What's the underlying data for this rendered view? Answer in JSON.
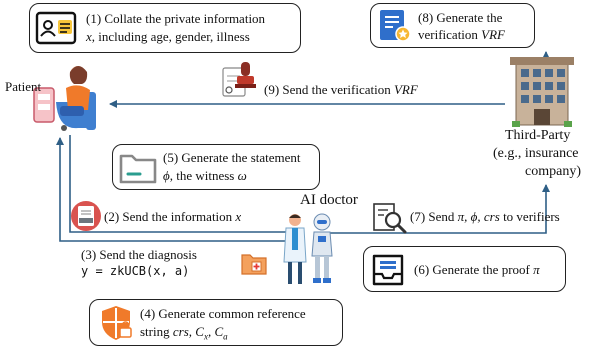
{
  "step1": {
    "line1": "(1) Collate the private information",
    "var": "x",
    "line2": ", including age, gender, illness"
  },
  "step2": {
    "text": "(2) Send the information",
    "var": "x"
  },
  "step3": {
    "line1": "(3) Send the diagnosis",
    "line2": "y = zkUCB(x, a)"
  },
  "step4": {
    "line1": "(4) Generate common reference",
    "line2a": "string",
    "line2b": "crs, C",
    "sub1": "x",
    "sep": ", C",
    "sub2": "a"
  },
  "step5": {
    "line1": "(5) Generate the statement",
    "line2a": "ϕ",
    "line2b": ", the witness",
    "line2c": "ω"
  },
  "step6": {
    "text": "(6) Generate the proof",
    "var": "π"
  },
  "step7": {
    "text": "(7) Send",
    "vars": "π, ϕ, crs",
    "suffix": "to verifiers"
  },
  "step8": {
    "line1": "(8) Generate the",
    "line2": "verification",
    "var": "VRF"
  },
  "step9": {
    "text": "(9) Send the verification",
    "var": "VRF"
  },
  "actors": {
    "patient": "Patient",
    "ai_doctor": "AI doctor",
    "third_party_1": "Third-Party",
    "third_party_2": "(e.g., insurance",
    "third_party_3": "company)"
  },
  "colors": {
    "arrow": "#2f5f86",
    "accent_orange": "#f07a2a",
    "accent_blue": "#2f6fcb",
    "stamp_red": "#c0392b"
  },
  "icons": [
    "id-card-icon",
    "certificate-icon",
    "patient-icon",
    "building-icon",
    "stamp-icon",
    "folder-icon",
    "approved-document-icon",
    "magnifier-document-icon",
    "medical-folder-icon",
    "doctor-robot-icon",
    "proof-box-icon",
    "shield-lock-icon"
  ]
}
